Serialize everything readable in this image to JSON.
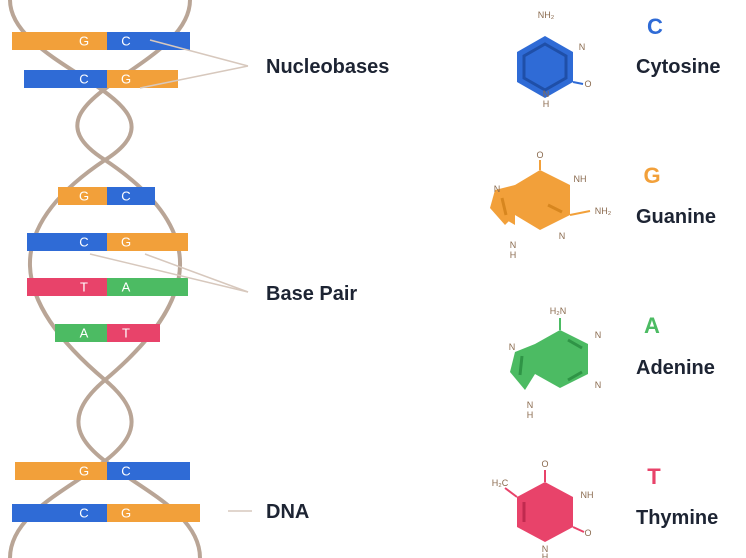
{
  "colors": {
    "cytosine": "#2f6bd6",
    "guanine": "#f2a03a",
    "adenine": "#4cbb63",
    "thymine": "#e8436a",
    "backbone": "#b9a596",
    "label": "#1d2433",
    "atom": "#8a6a4e"
  },
  "labels": {
    "nucleobases": "Nucleobases",
    "base_pair": "Base Pair",
    "dna": "DNA"
  },
  "rungs": [
    {
      "left": "G",
      "right": "C"
    },
    {
      "left": "C",
      "right": "G"
    },
    {
      "left": "G",
      "right": "C"
    },
    {
      "left": "C",
      "right": "G"
    },
    {
      "left": "T",
      "right": "A"
    },
    {
      "left": "A",
      "right": "T"
    },
    {
      "left": "G",
      "right": "C"
    },
    {
      "left": "C",
      "right": "G"
    }
  ],
  "bases": {
    "cytosine": {
      "letter": "C",
      "name": "Cytosine",
      "atoms": {
        "top": "NH₂",
        "n1": "N",
        "o": "O",
        "nh": "N",
        "nh2": "H"
      }
    },
    "guanine": {
      "letter": "G",
      "name": "Guanine",
      "atoms": {
        "o": "O",
        "nh": "NH",
        "nh2": "NH₂",
        "n7": "N",
        "n3": "N",
        "n9": "N",
        "h9": "H"
      }
    },
    "adenine": {
      "letter": "A",
      "name": "Adenine",
      "atoms": {
        "h2n": "H₂N",
        "n1": "N",
        "n3": "N",
        "n7": "N",
        "n9": "N",
        "h9": "H"
      }
    },
    "thymine": {
      "letter": "T",
      "name": "Thymine",
      "atoms": {
        "o1": "O",
        "ch3": "H₂C",
        "nh": "NH",
        "o2": "O",
        "n": "N",
        "h": "H"
      }
    }
  }
}
